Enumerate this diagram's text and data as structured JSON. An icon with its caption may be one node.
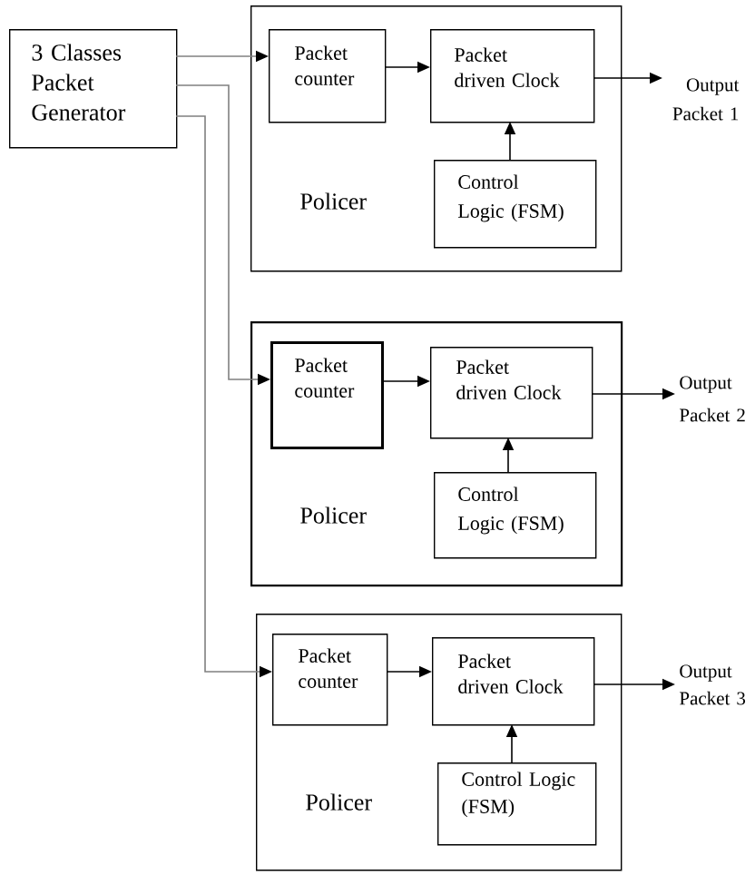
{
  "diagram": {
    "nodes": [
      {
        "text": [
          "3 Classes Packet Generator"
        ]
      },
      {
        "text": [
          "Policer"
        ]
      },
      {
        "text": [
          "Packet counter"
        ],
        "in": 1
      },
      {
        "text": [
          "Packet driven Clock"
        ],
        "in": 1
      },
      {
        "text": [
          "Control Logic (FSM)"
        ],
        "in": 1
      },
      {
        "text": [
          "Output Packet 1"
        ]
      },
      {
        "text": [
          "Policer"
        ]
      },
      {
        "text": [
          "Packet counter"
        ],
        "in": 6
      },
      {
        "text": [
          "Packet driven Clock"
        ],
        "in": 6
      },
      {
        "text": [
          "Control Logic (FSM)"
        ],
        "in": 6
      },
      {
        "text": [
          "Output Packet 2"
        ]
      },
      {
        "text": [
          "Policer"
        ]
      },
      {
        "text": [
          "Packet counter"
        ],
        "in": 11
      },
      {
        "text": [
          "Packet driven Clock"
        ],
        "in": 11
      },
      {
        "text": [
          "Control Logic (FSM)"
        ],
        "in": 11
      },
      {
        "text": [
          "Output Packet 3"
        ]
      }
    ],
    "edges": [
      {
        "from": 0,
        "to": 2,
        "arrow": "to",
        "color": "#808080"
      },
      {
        "from": 2,
        "to": 3,
        "arrow": "to"
      },
      {
        "from": 4,
        "to": 3,
        "arrow": "to"
      },
      {
        "from": 3,
        "to": 5,
        "arrow": "to"
      },
      {
        "from": 0,
        "to": 7,
        "arrow": "to",
        "color": "#808080"
      },
      {
        "from": 7,
        "to": 8,
        "arrow": "to"
      },
      {
        "from": 9,
        "to": 8,
        "arrow": "to"
      },
      {
        "from": 8,
        "to": 10,
        "arrow": "to"
      },
      {
        "from": 0,
        "to": 12,
        "arrow": "to",
        "color": "#808080"
      },
      {
        "from": 12,
        "to": 13,
        "arrow": "to"
      },
      {
        "from": 14,
        "to": 13,
        "arrow": "to"
      },
      {
        "from": 13,
        "to": 15,
        "arrow": "to"
      }
    ]
  }
}
